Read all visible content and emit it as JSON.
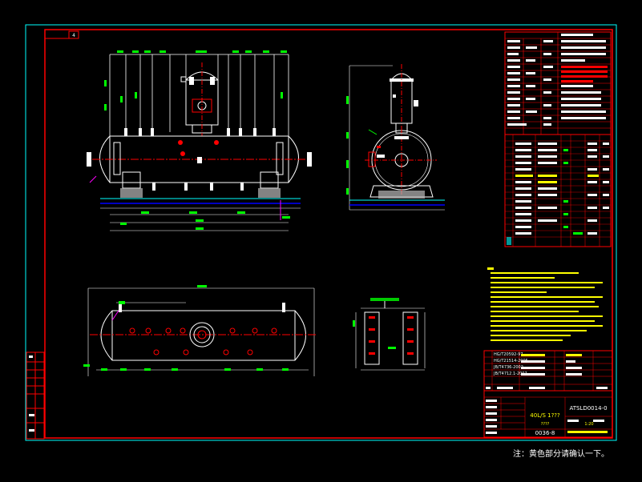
{
  "drawing": {
    "sheet_number_top": "4",
    "drawing_code": "ATSLD0014-0",
    "product_name": "40L/S 1???",
    "weight_label": "????",
    "scale_label": "1:20",
    "sheet_code": "0036-8",
    "footer_note": "注：黄色部分请确认一下。",
    "title_block_rows": [
      "HG/T20592-97",
      "HG/T21514-2005",
      "JB/T4736-2002",
      "JB/T4712.1-2007"
    ]
  },
  "colors": {
    "background": "#000000",
    "frame": "#ff0000",
    "outer_frame": "#00ffff",
    "geometry": "#ffffff",
    "dimension": "#00ff00",
    "centerline": "#ff0000",
    "ground": "#0000ff",
    "highlight": "#ffff00",
    "leader": "#ff00ff"
  },
  "icons": [
    "tank-elevation-icon",
    "tank-side-view-icon",
    "tank-plan-view-icon",
    "saddle-detail-icon"
  ]
}
